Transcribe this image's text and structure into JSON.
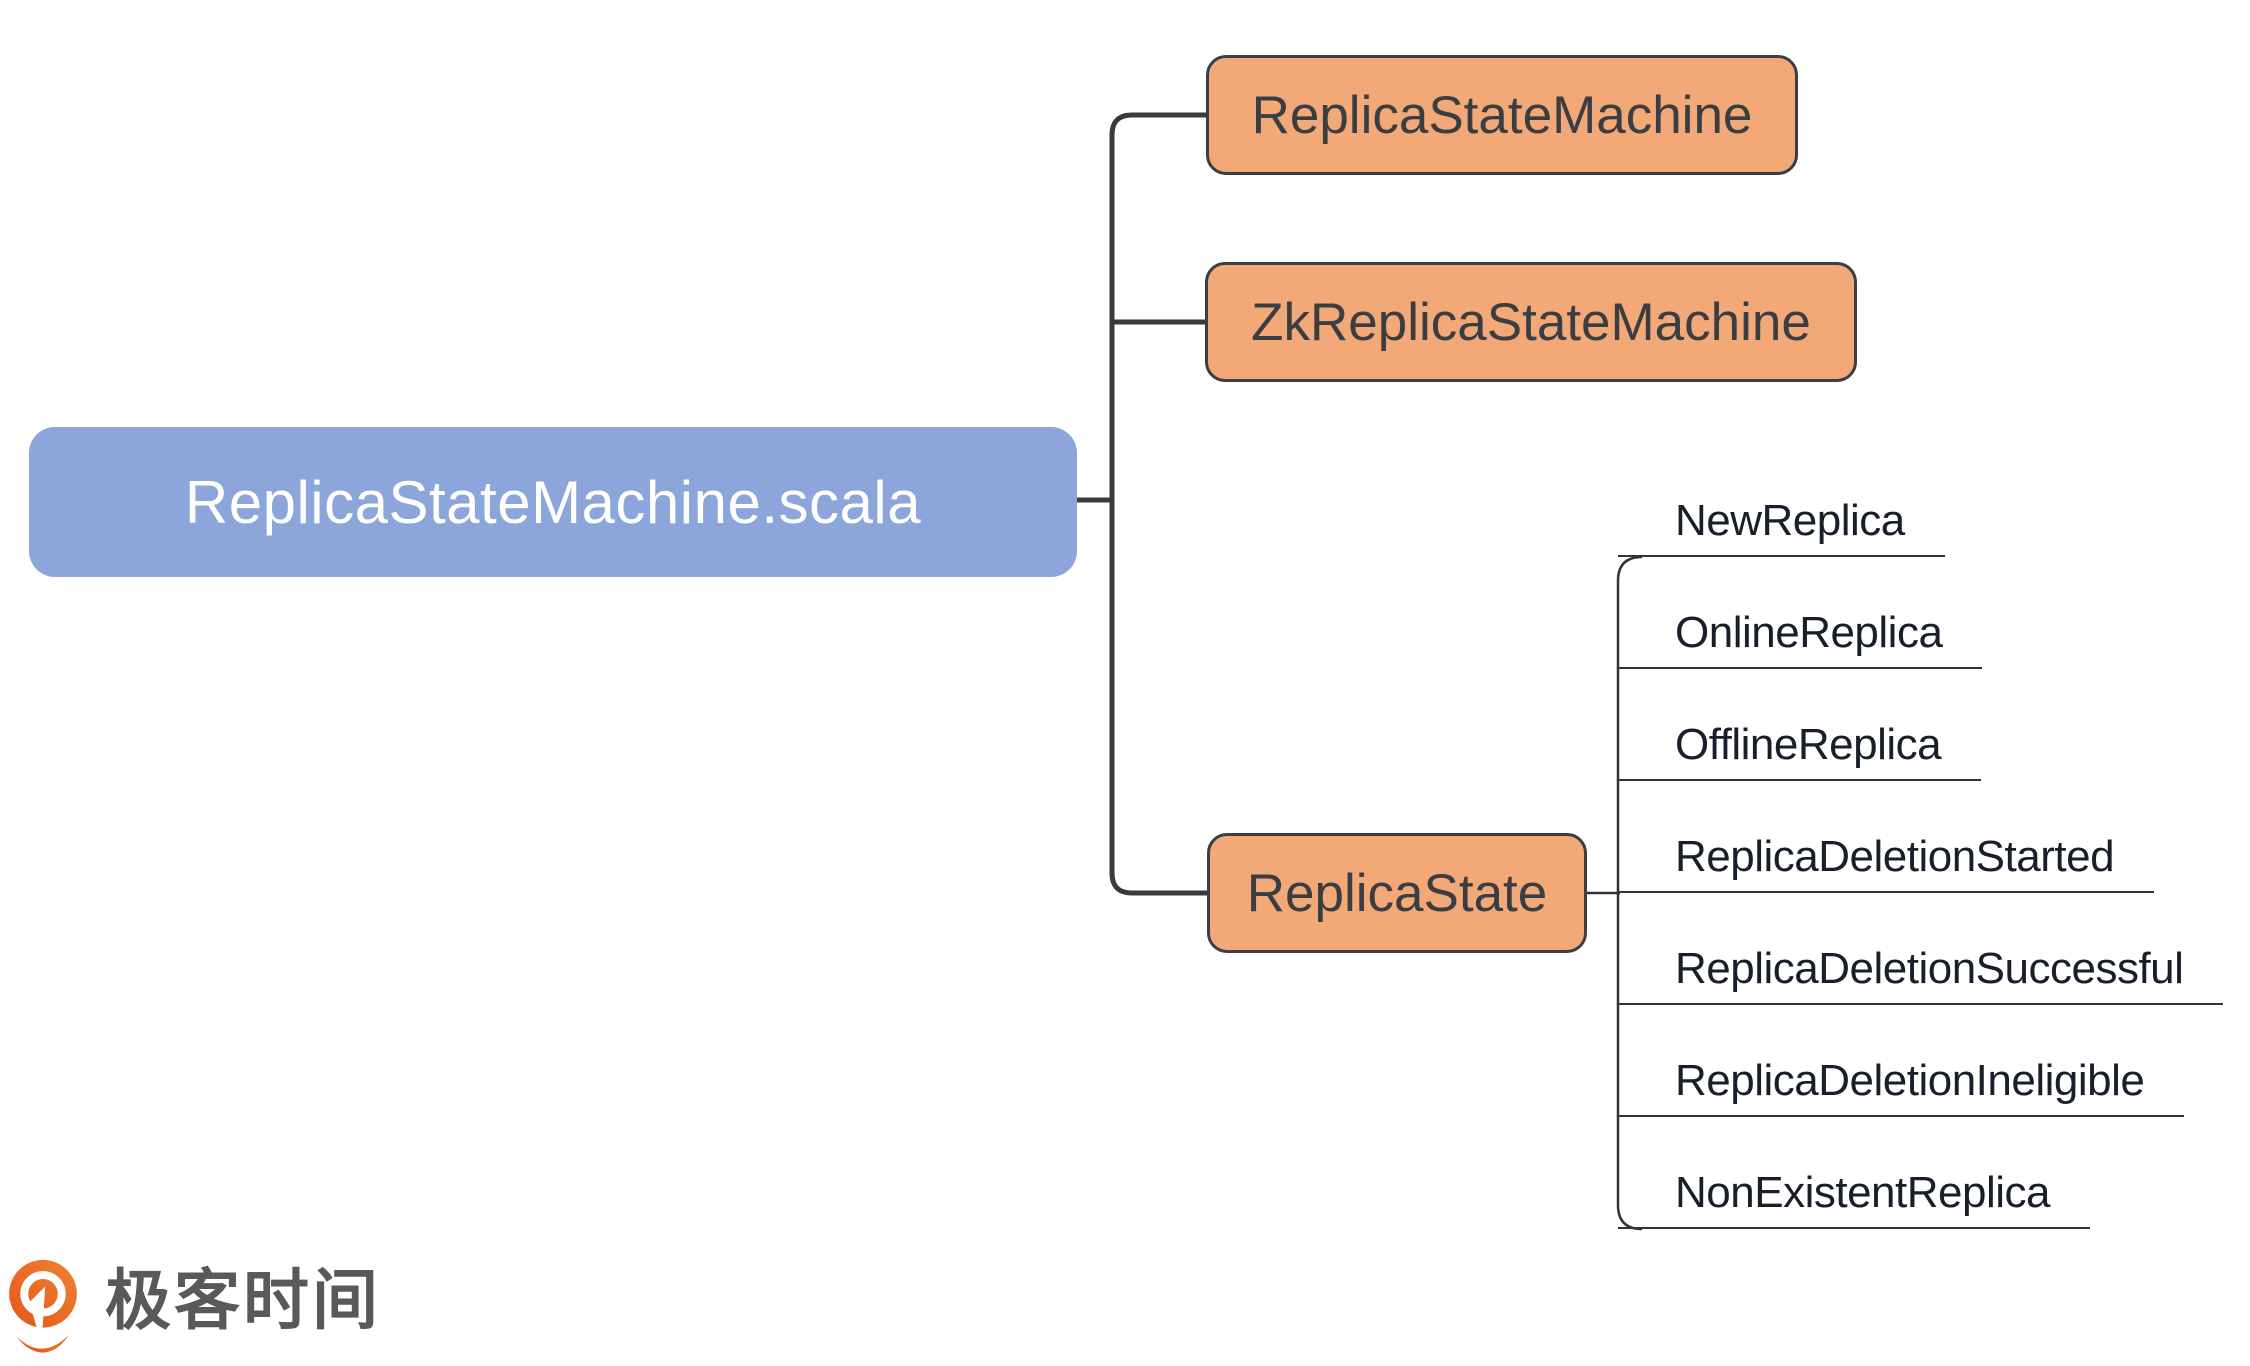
{
  "diagram": {
    "root": {
      "label": "ReplicaStateMachine.scala"
    },
    "children": [
      {
        "label": "ReplicaStateMachine"
      },
      {
        "label": "ZkReplicaStateMachine"
      },
      {
        "label": "ReplicaState",
        "children": [
          "NewReplica",
          "OnlineReplica",
          "OfflineReplica",
          "ReplicaDeletionStarted",
          "ReplicaDeletionSuccessful",
          "ReplicaDeletionIneligible",
          "NonExistentReplica"
        ]
      }
    ]
  },
  "branding": {
    "logo_text": "极客时间",
    "logo_mark": "geektime-pin-icon"
  },
  "colors": {
    "root_fill": "#8CA6DB",
    "root_text": "#FFFFFF",
    "branch_fill": "#F2A877",
    "branch_border": "#3A3F45",
    "branch_text": "#3A3D42",
    "connector_thick": "#3A3A3A",
    "leaf_line": "#2F343B",
    "leaf_text": "#181E2A",
    "logo_orange_dark": "#E2571B",
    "logo_orange_light": "#F08232",
    "logo_text_color": "#58595B"
  }
}
